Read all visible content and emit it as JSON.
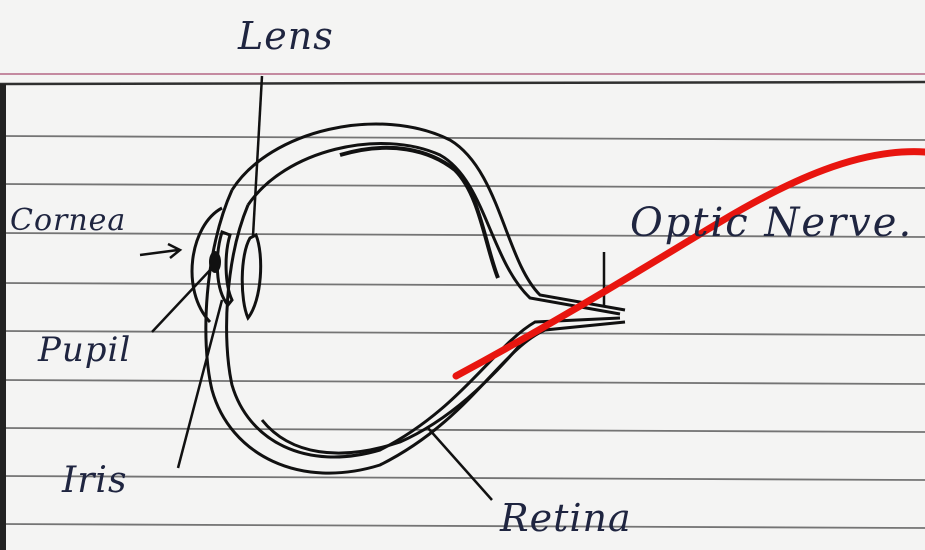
{
  "labels": {
    "lens": "Lens",
    "cornea": "Cornea",
    "pupil": "Pupil",
    "iris": "Iris",
    "optic_nerve": "Optic Nerve.",
    "retina": "Retina"
  },
  "colors": {
    "paper": "#f4f4f3",
    "rule_line": "#3a3a3a",
    "margin_line": "#c48aa0",
    "ink": "#1f2540",
    "strike": "#e8150f"
  }
}
